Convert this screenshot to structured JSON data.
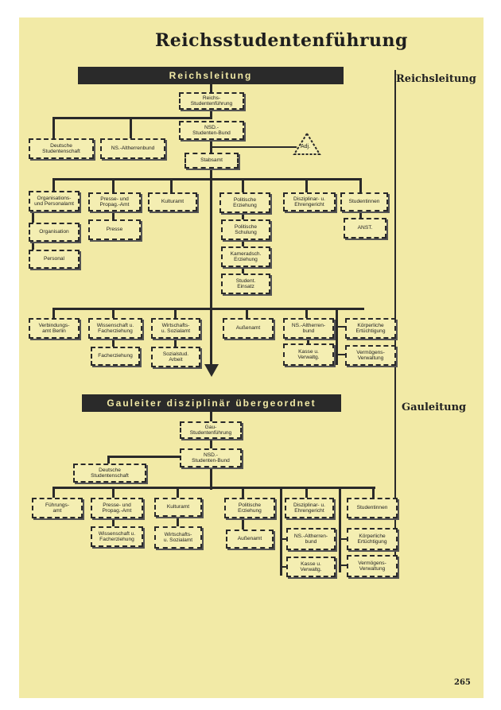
{
  "title": "Reichsstudentenführung",
  "side_labels": {
    "top": "Reichsleitung",
    "bottom": "Gauleitung"
  },
  "banners": {
    "top": "Reichsleitung",
    "bottom": "Gauleiter disziplinär übergeordnet"
  },
  "top": {
    "rsf": "Reichs-\nStudentenführung",
    "nsdsb": "NSD.-\nStudenten-Bund",
    "deutsche_st": "Deutsche\nStudentenschaft",
    "ns_altherren": "NS.-Altherrenbund",
    "adj": "Adj.",
    "stabsamt": "Stabsamt",
    "organisations_amt": "Organisations-\nund Personalamt",
    "organisation": "Organisation",
    "personal": "Personal",
    "presse_amt": "Presse- und\nPropag.-Amt",
    "presse": "Presse",
    "kulturamt": "Kulturamt",
    "pol_erziehung": "Politische\nErziehung",
    "pol_schulung": "Politische\nSchulung",
    "kameradsch": "Kameradsch.\nErziehung",
    "stud_einsatz": "Student.\nEinsatz",
    "disziplinar": "Disziplinar- u.\nEhrengericht",
    "studentinnen": "Studentinnen",
    "anst": "ANST.",
    "verbindungsamt": "Verbindungs-\namt Berlin",
    "wissenschaft": "Wissenschaft u.\nFacherziehung",
    "facherziehung": "Facherziehung",
    "wirtschaft": "Wirtschafts-\nu. Sozialamt",
    "sozialstud": "Sozialstud.\nArbeit",
    "aussenamt": "Außenamt",
    "ns_altherrenbund": "NS.-Altherren-\nbund",
    "kasse": "Kasse u.\nVerwaltg.",
    "koerperliche": "Körperliche\nErtüchtigung",
    "vermoegen": "Vermögens-\nVerwaltung"
  },
  "bottom": {
    "gsf": "Gau-\nStudentenführung",
    "nsdsb": "NSD.-\nStudenten-Bund",
    "deutsche_st": "Deutsche\nStudentenschaft",
    "fuehrungsamt": "Führungs-\namt",
    "presse_amt": "Presse- und\nPropag.-Amt",
    "kulturamt": "Kulturamt",
    "pol_erziehung": "Politische\nErziehung",
    "disziplinar": "Disziplinar- u.\nEhrengericht",
    "studentinnen": "Studentinnen",
    "wissenschaft": "Wissenschaft u.\nFacherziehung",
    "wirtschaft": "Wirtschafts-\nu. Sozialamt",
    "aussenamt": "Außenamt",
    "ns_altherrenbund": "NS.-Altherren-\nbund",
    "koerperliche": "Körperliche\nErtüchtigung",
    "kasse": "Kasse u.\nVerwaltg.",
    "vermoegen": "Vermögens-\nVerwaltung"
  },
  "page_number": "265"
}
